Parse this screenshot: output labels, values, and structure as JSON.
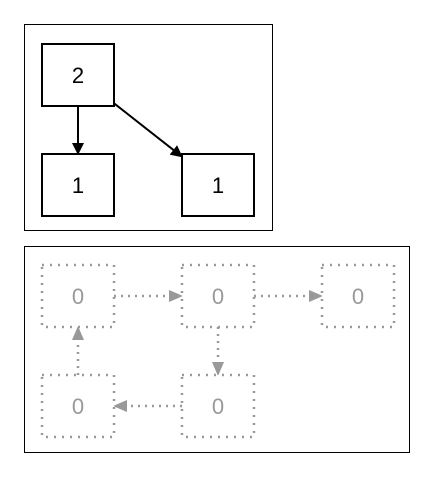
{
  "panels": {
    "top": {
      "nodes": [
        {
          "id": "t-root",
          "label": "2"
        },
        {
          "id": "t-left",
          "label": "1"
        },
        {
          "id": "t-right",
          "label": "1"
        }
      ],
      "edges": [
        {
          "from": "t-root",
          "to": "t-left",
          "style": "solid"
        },
        {
          "from": "t-root",
          "to": "t-right",
          "style": "solid"
        }
      ],
      "colors": {
        "stroke": "#000000",
        "text": "#000000"
      }
    },
    "bottom": {
      "nodes": [
        {
          "id": "b-top-left",
          "label": "0"
        },
        {
          "id": "b-top-mid",
          "label": "0"
        },
        {
          "id": "b-top-right",
          "label": "0"
        },
        {
          "id": "b-bottom-left",
          "label": "0"
        },
        {
          "id": "b-bottom-mid",
          "label": "0"
        }
      ],
      "edges": [
        {
          "from": "b-top-left",
          "to": "b-top-mid",
          "style": "dotted"
        },
        {
          "from": "b-top-mid",
          "to": "b-top-right",
          "style": "dotted"
        },
        {
          "from": "b-top-mid",
          "to": "b-bottom-mid",
          "style": "dotted"
        },
        {
          "from": "b-bottom-mid",
          "to": "b-bottom-left",
          "style": "dotted"
        },
        {
          "from": "b-bottom-left",
          "to": "b-top-left",
          "style": "dotted"
        }
      ],
      "colors": {
        "stroke": "#999999",
        "text": "#999999"
      }
    }
  }
}
